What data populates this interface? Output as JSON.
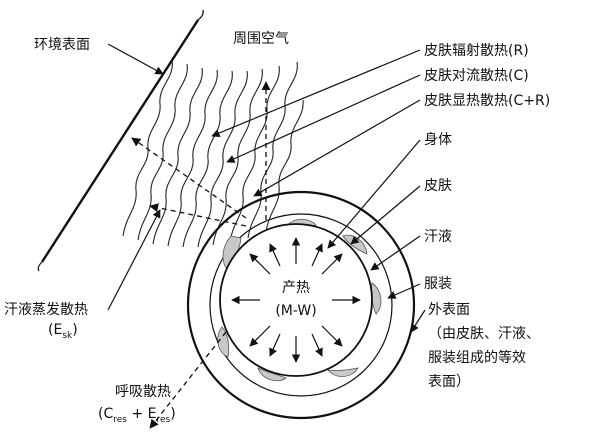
{
  "labels": {
    "environment_surface": "环境表面",
    "ambient_air": "周围空气",
    "skin_radiation": "皮肤辐射散热(R)",
    "skin_convection": "皮肤对流散热(C)",
    "skin_sensible": "皮肤显热散热(C+R)",
    "body": "身体",
    "skin": "皮肤",
    "sweat": "汗液",
    "clothing": "服装",
    "outer_surface": "外表面",
    "outer_surface_note_1": "（由皮肤、汗液、",
    "outer_surface_note_2": "服装组成的等效",
    "outer_surface_note_3": "表面）",
    "heat_production": "产热",
    "heat_production_formula": "(M-W)",
    "sweat_evaporation": "汗液蒸发散热",
    "sweat_evaporation_symbol": "E",
    "sweat_evaporation_sub": "sk",
    "respiration": "呼吸散热",
    "respiration_c": "C",
    "respiration_c_sub": "res",
    "respiration_plus": "+",
    "respiration_e": "E",
    "respiration_e_sub": "res"
  }
}
